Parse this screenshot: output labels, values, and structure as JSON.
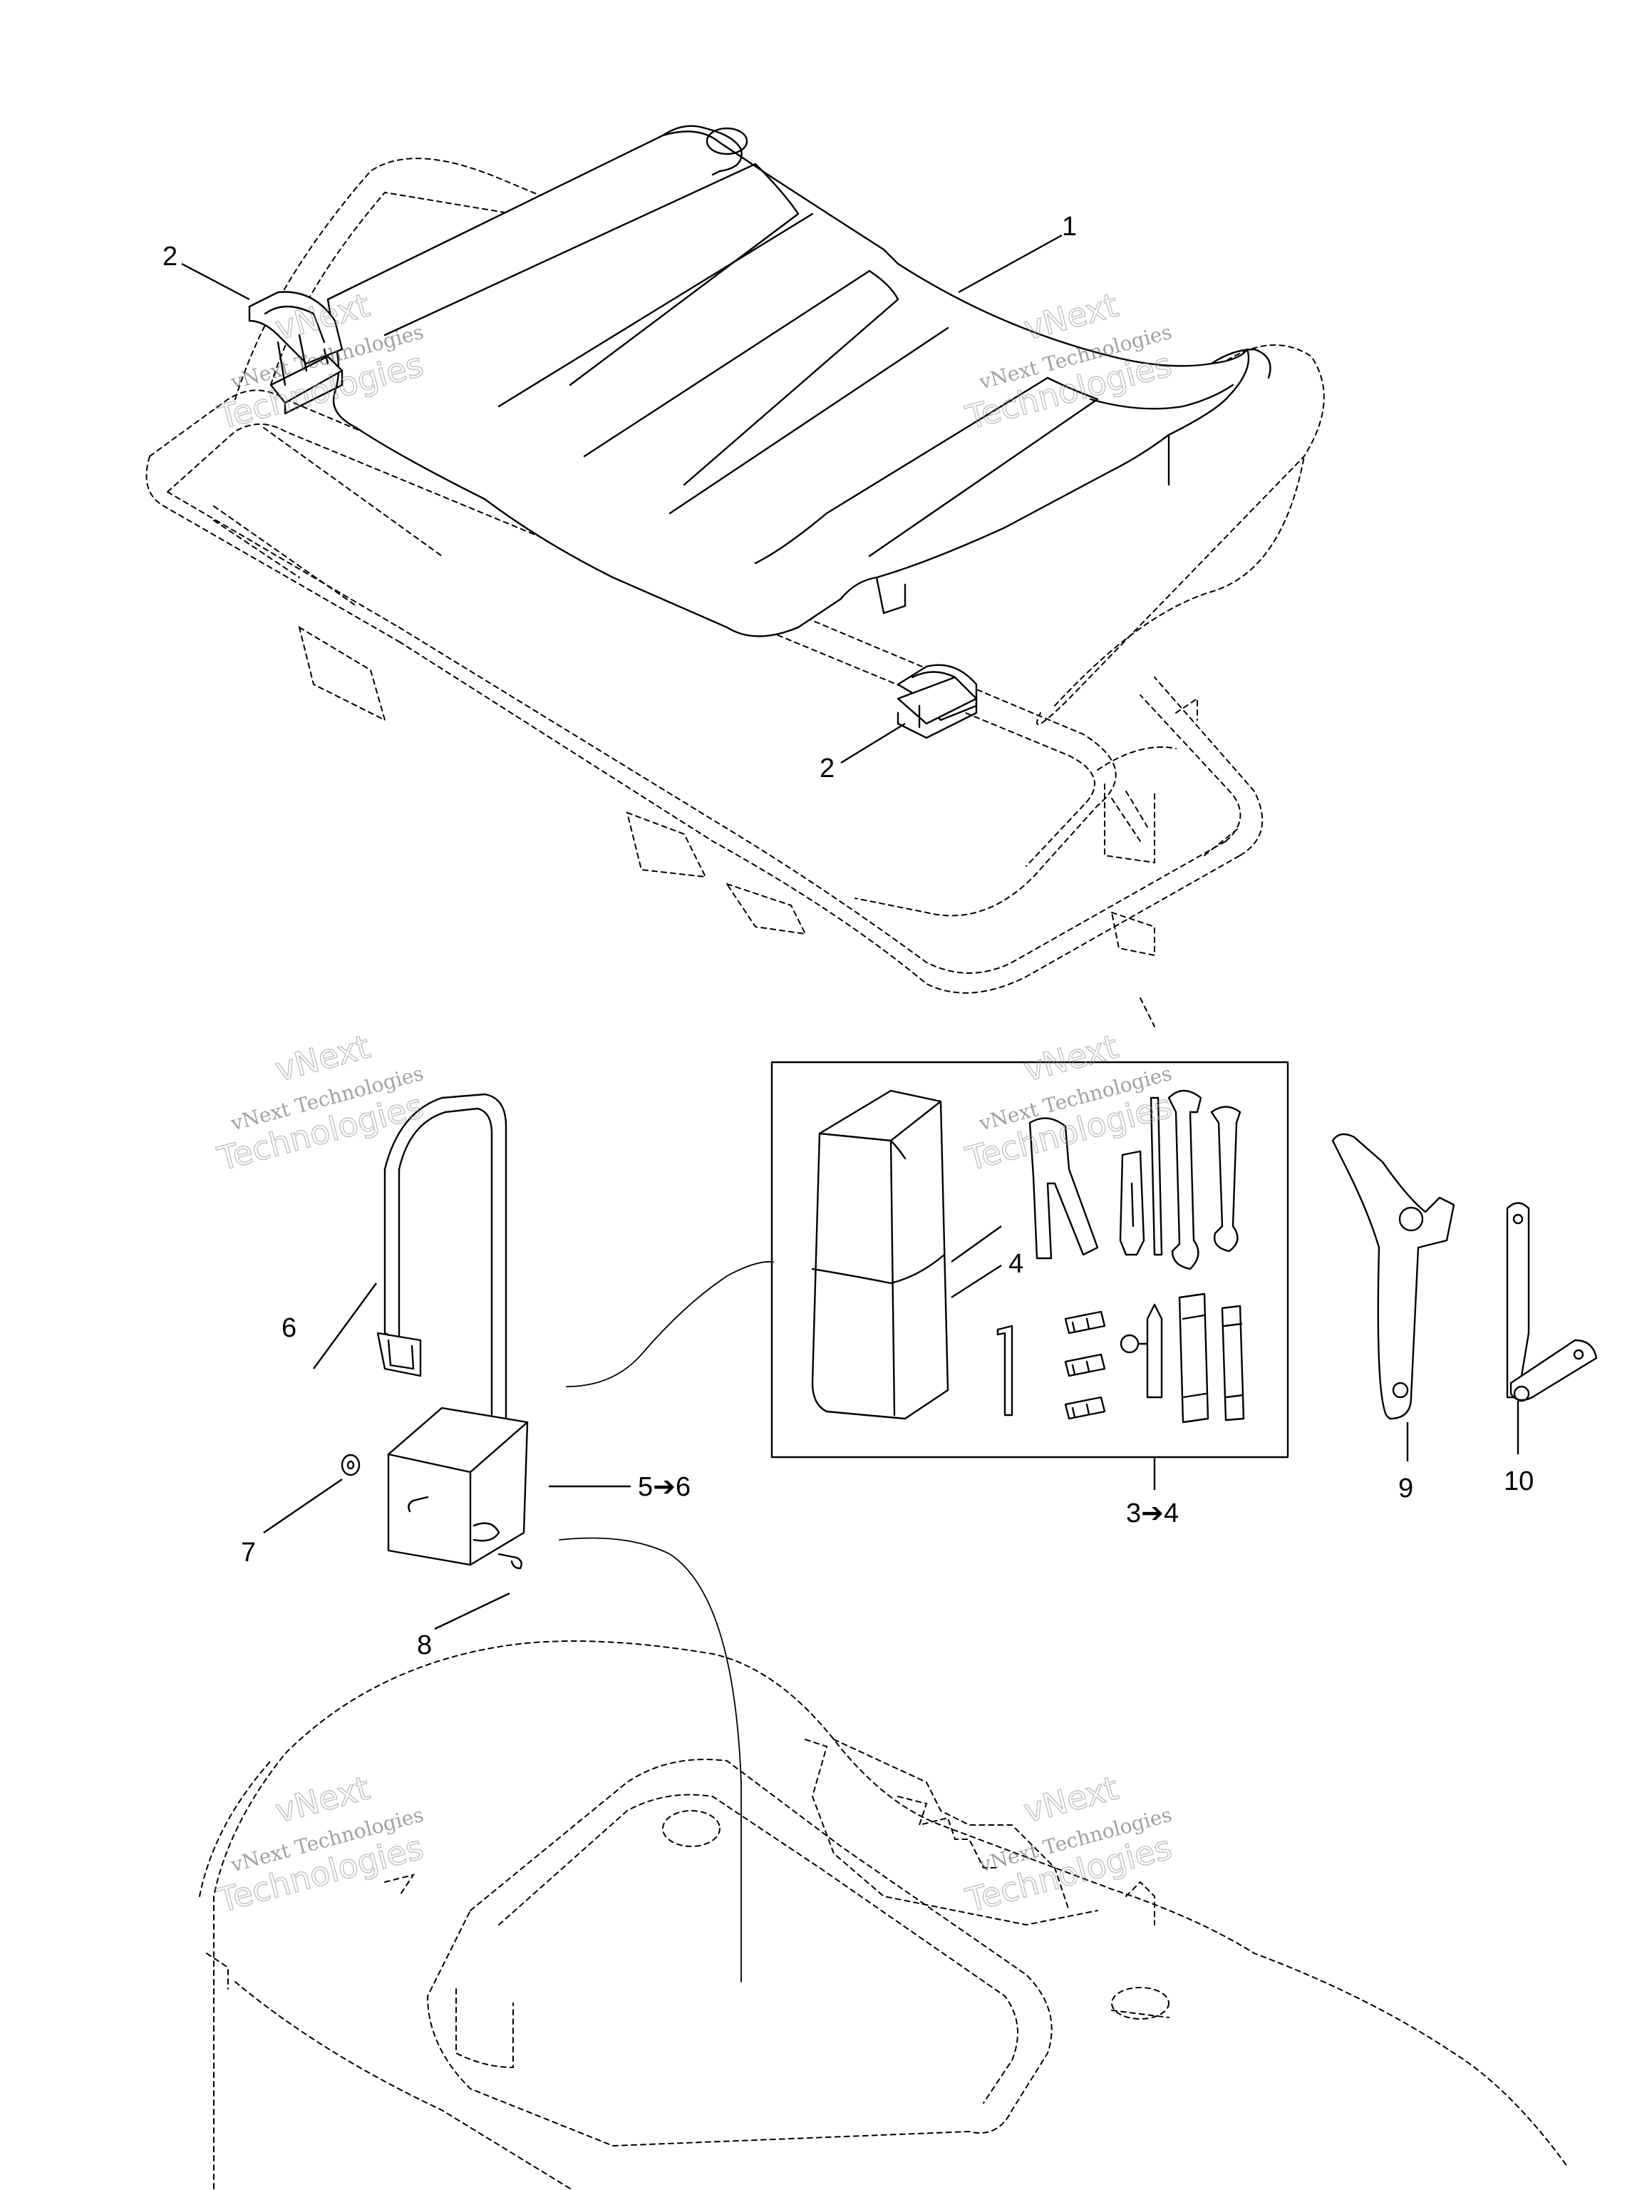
{
  "diagram": {
    "watermark": {
      "brand": "vNext",
      "line": "vNext Technologies",
      "big": "Technologies"
    },
    "callouts": {
      "c1": "1",
      "c2a": "2",
      "c2b": "2",
      "c3": "3➔4",
      "c4": "4",
      "c5": "5➔6",
      "c6": "6",
      "c7": "7",
      "c8": "8",
      "c9": "9",
      "c10": "10"
    }
  }
}
